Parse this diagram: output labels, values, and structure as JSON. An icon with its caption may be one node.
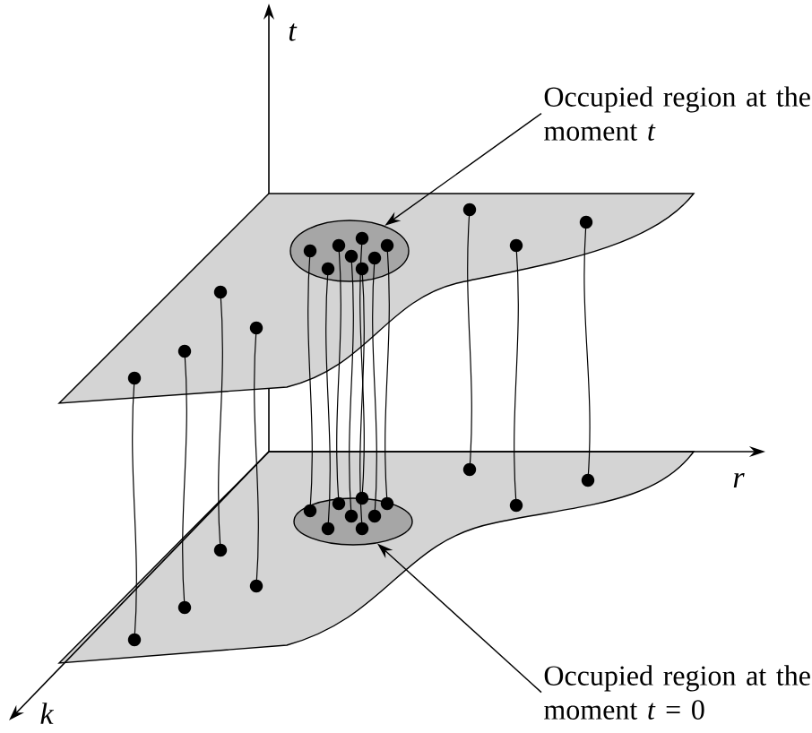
{
  "diagram": {
    "nodes": [
      {
        "text": [
          "Occupied region at the moment *t*"
        ]
      },
      {
        "text": [],
        "shape": "ellipse"
      },
      {
        "text": [
          "Occupied region at the moment *t* = 0"
        ]
      },
      {
        "text": [],
        "shape": "ellipse"
      }
    ],
    "edges": [
      {
        "from": 0,
        "to": 1,
        "arrow": "to"
      },
      {
        "from": 2,
        "to": 3,
        "arrow": "to"
      }
    ],
    "labels": [
      "t",
      "r",
      "k"
    ]
  }
}
